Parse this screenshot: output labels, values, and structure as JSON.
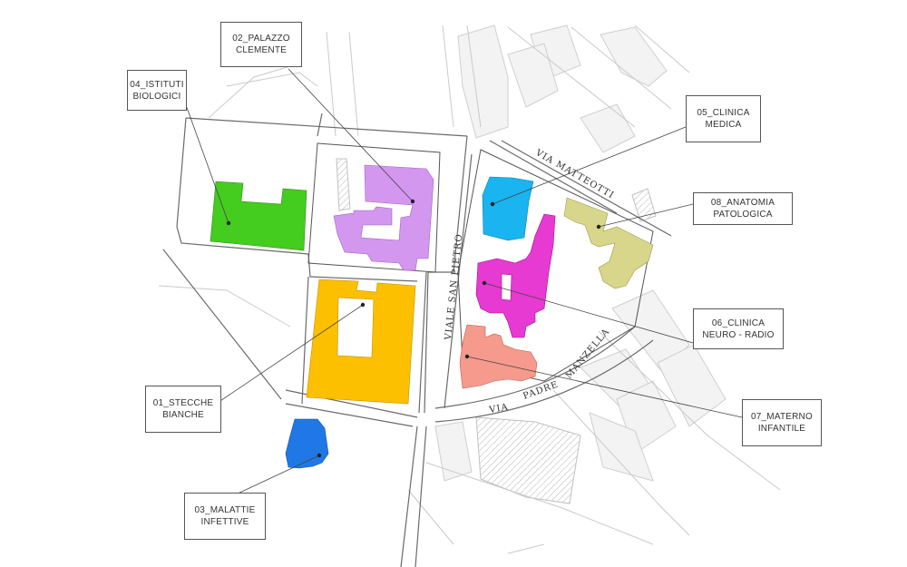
{
  "colors": {
    "biologici": "#44cc1f",
    "clemente": "#d497f0",
    "stecche": "#fcc000",
    "malattie": "#1f78e6",
    "medica": "#1ab4f0",
    "anatomia": "#d8d68a",
    "neuro": "#e63ad2",
    "materno": "#f59a8c",
    "outline": "#555555",
    "faint": "#c8c8c8"
  },
  "labels": {
    "clemente": {
      "line1": "02_PALAZZO",
      "line2": "CLEMENTE"
    },
    "biologici": {
      "line1": "04_ISTITUTI",
      "line2": "BIOLOGICI"
    },
    "medica": {
      "line1": "05_CLINICA",
      "line2": "MEDICA"
    },
    "anatomia": {
      "line1": "08_ANATOMIA",
      "line2": "PATOLOGICA"
    },
    "neuro": {
      "line1": "06_CLINICA",
      "line2": "NEURO - RADIO"
    },
    "stecche": {
      "line1": "01_STECCHE",
      "line2": "BIANCHE"
    },
    "materno": {
      "line1": "07_MATERNO",
      "line2": "INFANTILE"
    },
    "malattie": {
      "line1": "03_MALATTIE",
      "line2": "INFETTIVE"
    }
  },
  "streets": {
    "viale_san_pietro": "VIALE SAN PIETRO",
    "via_matteotti": "VIA MATTEOTTI",
    "via": "VIA",
    "padre": "PADRE",
    "manzella": "MANZELLA"
  }
}
